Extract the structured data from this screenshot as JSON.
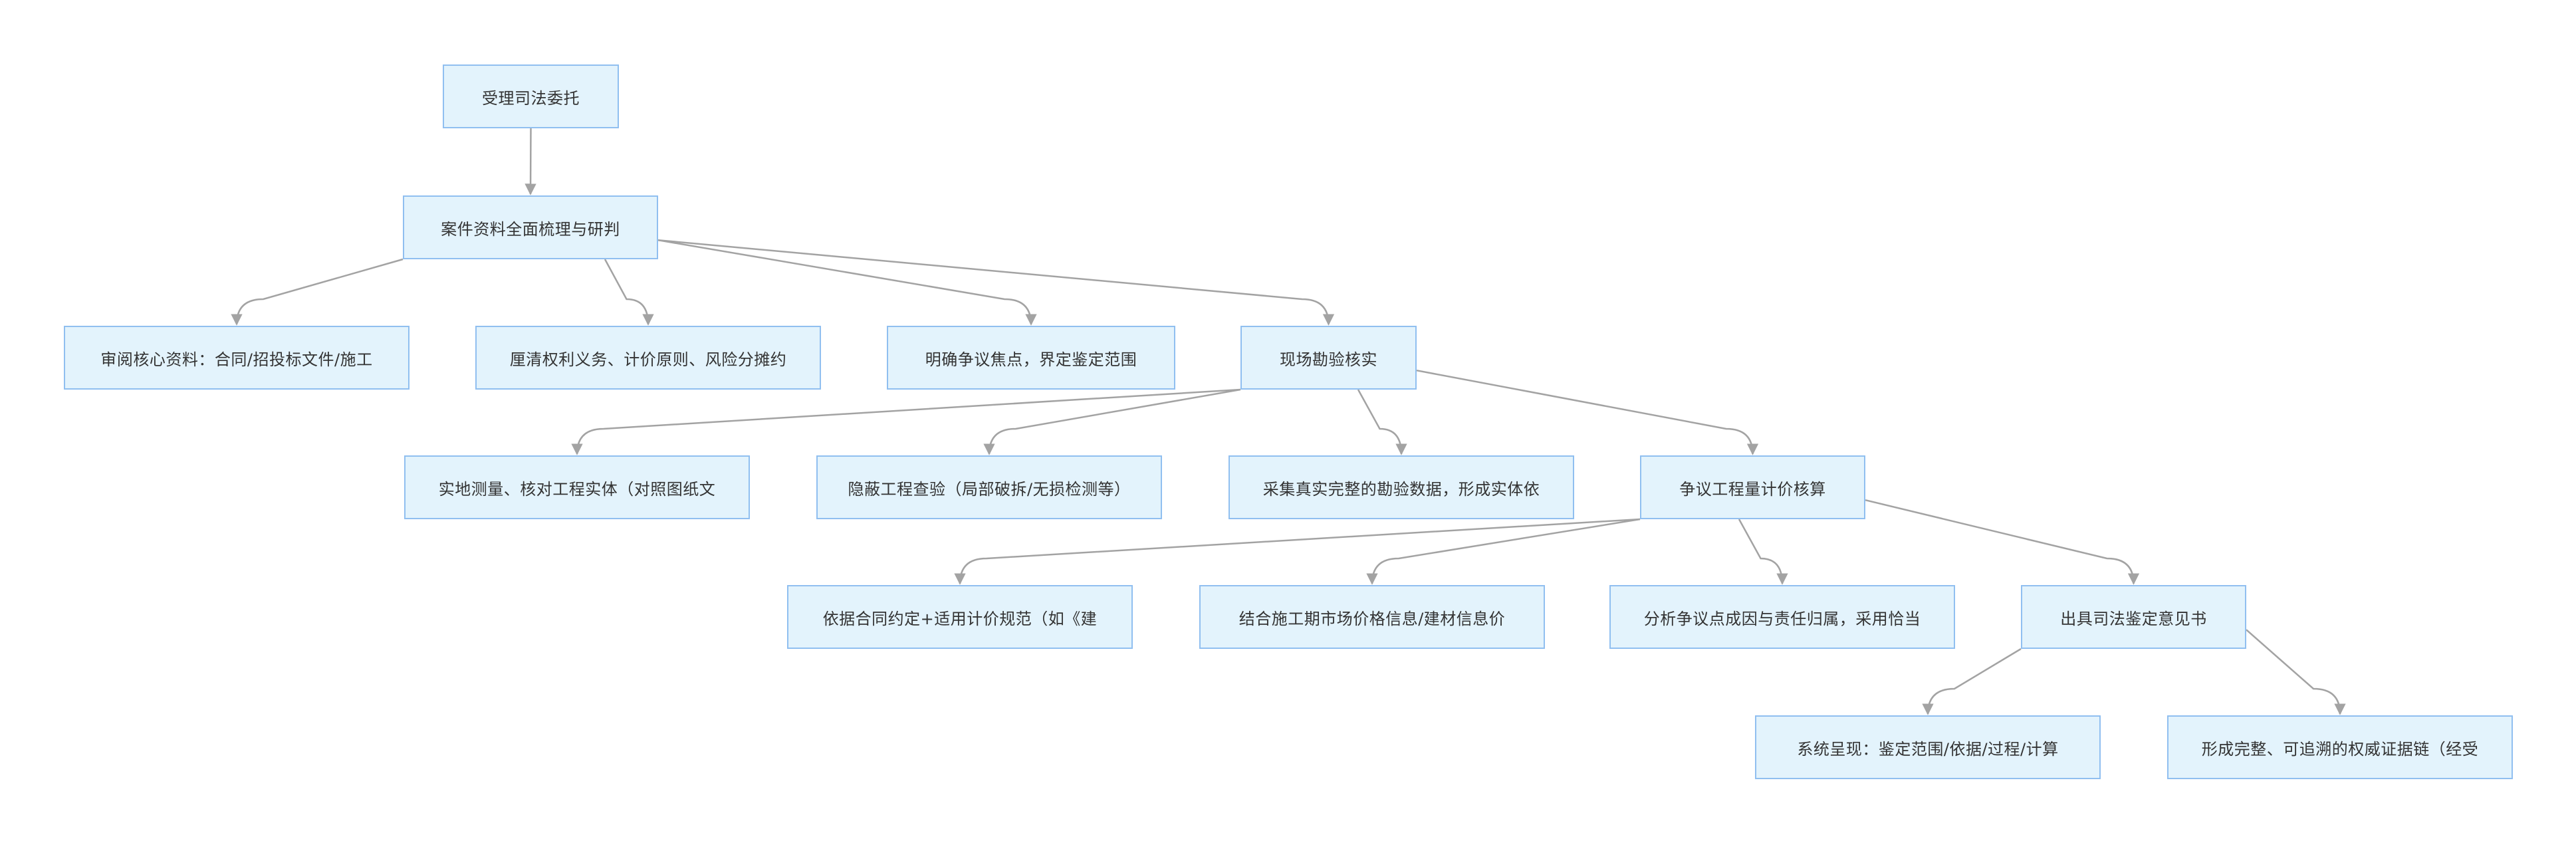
{
  "flowchart": {
    "nodes": [
      {
        "id": "n1",
        "label": "受理司法委托"
      },
      {
        "id": "n2",
        "label": "案件资料全面梳理与研判"
      },
      {
        "id": "n3",
        "label": "审阅核心资料：合同/招投标文件/施工"
      },
      {
        "id": "n4",
        "label": "厘清权利义务、计价原则、风险分摊约"
      },
      {
        "id": "n5",
        "label": "明确争议焦点，界定鉴定范围"
      },
      {
        "id": "n6",
        "label": "现场勘验核实"
      },
      {
        "id": "n7",
        "label": "实地测量、核对工程实体（对照图纸文"
      },
      {
        "id": "n8",
        "label": "隐蔽工程查验（局部破拆/无损检测等）"
      },
      {
        "id": "n9",
        "label": "采集真实完整的勘验数据，形成实体依"
      },
      {
        "id": "n10",
        "label": "争议工程量计价核算"
      },
      {
        "id": "n11",
        "label": "依据合同约定+适用计价规范（如《建"
      },
      {
        "id": "n12",
        "label": "结合施工期市场价格信息/建材信息价"
      },
      {
        "id": "n13",
        "label": "分析争议点成因与责任归属，采用恰当"
      },
      {
        "id": "n14",
        "label": "出具司法鉴定意见书"
      },
      {
        "id": "n15",
        "label": "系统呈现：鉴定范围/依据/过程/计算"
      },
      {
        "id": "n16",
        "label": "形成完整、可追溯的权威证据链（经受"
      }
    ],
    "edges": [
      {
        "from": "n1",
        "to": "n2"
      },
      {
        "from": "n2",
        "to": "n3"
      },
      {
        "from": "n2",
        "to": "n4"
      },
      {
        "from": "n2",
        "to": "n5"
      },
      {
        "from": "n2",
        "to": "n6"
      },
      {
        "from": "n6",
        "to": "n7"
      },
      {
        "from": "n6",
        "to": "n8"
      },
      {
        "from": "n6",
        "to": "n9"
      },
      {
        "from": "n6",
        "to": "n10"
      },
      {
        "from": "n10",
        "to": "n11"
      },
      {
        "from": "n10",
        "to": "n12"
      },
      {
        "from": "n10",
        "to": "n13"
      },
      {
        "from": "n10",
        "to": "n14"
      },
      {
        "from": "n14",
        "to": "n15"
      },
      {
        "from": "n14",
        "to": "n16"
      }
    ]
  },
  "colors": {
    "node_fill": "#e3f3fc",
    "node_border": "#90bff0",
    "edge": "#a3a3a3",
    "text": "#333333"
  }
}
